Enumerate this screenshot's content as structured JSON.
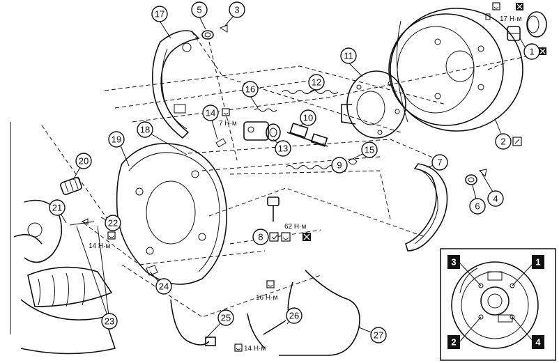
{
  "callouts": [
    "1",
    "2",
    "3",
    "4",
    "5",
    "6",
    "7",
    "8",
    "9",
    "10",
    "11",
    "12",
    "13",
    "14",
    "15",
    "16",
    "17",
    "18",
    "19",
    "20",
    "21",
    "22",
    "23",
    "24",
    "25",
    "26",
    "27"
  ],
  "torques": {
    "t17": "17 Н·м",
    "t7": "7 Н·м",
    "t62": "62 Н·м",
    "t14a": "14 Н·м",
    "t16": "16 Н·м",
    "t14b": "14 Н·м"
  },
  "inset": {
    "labels": [
      "3",
      "1",
      "2",
      "4"
    ]
  },
  "icons": [
    "wrench-icon",
    "replace-icon",
    "lubricate-icon"
  ]
}
